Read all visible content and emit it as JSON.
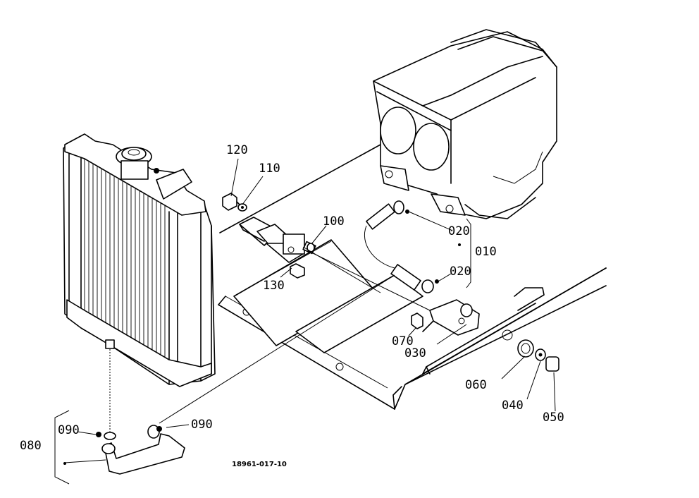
{
  "callouts": {
    "c120": "120",
    "c110": "110",
    "c100": "100",
    "c130": "130",
    "c020a": "020",
    "c020b": "020",
    "c010": "010",
    "c070": "070",
    "c030": "030",
    "c060": "060",
    "c040": "040",
    "c050": "050",
    "c080": "080",
    "c090a": "090",
    "c090b": "090"
  },
  "drawing_code": "18961-017-10"
}
